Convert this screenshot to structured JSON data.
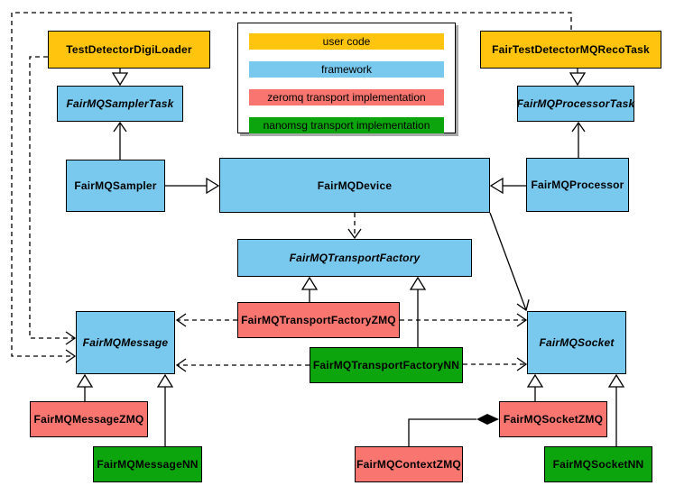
{
  "colors": {
    "user_code": "#FFC40D",
    "framework": "#79C9EF",
    "zeromq": "#F8766F",
    "nanomsg": "#0DA50D",
    "border": "#000000",
    "background": "#ffffff"
  },
  "legend": {
    "items": [
      {
        "label": "user code",
        "color": "#FFC40D"
      },
      {
        "label": "framework",
        "color": "#79C9EF"
      },
      {
        "label": "zeromq transport implementation",
        "color": "#F8766F"
      },
      {
        "label": "nanomsg transport implementation",
        "color": "#0DA50D"
      }
    ]
  },
  "nodes": {
    "testDetectorDigiLoader": {
      "label": "TestDetectorDigiLoader",
      "category": "user code",
      "abstract": false
    },
    "fairTestDetectorMQRecoTask": {
      "label": "FairTestDetectorMQRecoTask",
      "category": "user code",
      "abstract": false
    },
    "fairMQSamplerTask": {
      "label": "FairMQSamplerTask",
      "category": "framework",
      "abstract": true
    },
    "fairMQProcessorTask": {
      "label": "FairMQProcessorTask",
      "category": "framework",
      "abstract": true
    },
    "fairMQSampler": {
      "label": "FairMQSampler",
      "category": "framework",
      "abstract": false
    },
    "fairMQDevice": {
      "label": "FairMQDevice",
      "category": "framework",
      "abstract": false
    },
    "fairMQProcessor": {
      "label": "FairMQProcessor",
      "category": "framework",
      "abstract": false
    },
    "fairMQTransportFactory": {
      "label": "FairMQTransportFactory",
      "category": "framework",
      "abstract": true
    },
    "fairMQTransportFactoryZMQ": {
      "label": "FairMQTransportFactoryZMQ",
      "category": "zeromq",
      "abstract": false
    },
    "fairMQTransportFactoryNN": {
      "label": "FairMQTransportFactoryNN",
      "category": "nanomsg",
      "abstract": false
    },
    "fairMQMessage": {
      "label": "FairMQMessage",
      "category": "framework",
      "abstract": true
    },
    "fairMQSocket": {
      "label": "FairMQSocket",
      "category": "framework",
      "abstract": true
    },
    "fairMQMessageZMQ": {
      "label": "FairMQMessageZMQ",
      "category": "zeromq",
      "abstract": false
    },
    "fairMQMessageNN": {
      "label": "FairMQMessageNN",
      "category": "nanomsg",
      "abstract": false
    },
    "fairMQSocketZMQ": {
      "label": "FairMQSocketZMQ",
      "category": "zeromq",
      "abstract": false
    },
    "fairMQSocketNN": {
      "label": "FairMQSocketNN",
      "category": "nanomsg",
      "abstract": false
    },
    "fairMQContextZMQ": {
      "label": "FairMQContextZMQ",
      "category": "zeromq",
      "abstract": false
    }
  },
  "edges": [
    {
      "from": "TestDetectorDigiLoader",
      "to": "FairMQSamplerTask",
      "type": "inheritance"
    },
    {
      "from": "FairTestDetectorMQRecoTask",
      "to": "FairMQProcessorTask",
      "type": "inheritance"
    },
    {
      "from": "FairMQSampler",
      "to": "FairMQDevice",
      "type": "inheritance"
    },
    {
      "from": "FairMQProcessor",
      "to": "FairMQDevice",
      "type": "inheritance"
    },
    {
      "from": "FairMQSampler",
      "to": "FairMQSamplerTask",
      "type": "association"
    },
    {
      "from": "FairMQProcessor",
      "to": "FairMQProcessorTask",
      "type": "association"
    },
    {
      "from": "FairMQDevice",
      "to": "FairMQSocket",
      "type": "association"
    },
    {
      "from": "FairMQDevice",
      "to": "FairMQTransportFactory",
      "type": "dependency"
    },
    {
      "from": "FairMQTransportFactoryZMQ",
      "to": "FairMQTransportFactory",
      "type": "inheritance"
    },
    {
      "from": "FairMQTransportFactoryNN",
      "to": "FairMQTransportFactory",
      "type": "inheritance"
    },
    {
      "from": "FairMQTransportFactoryZMQ",
      "to": "FairMQMessage",
      "type": "dependency"
    },
    {
      "from": "FairMQTransportFactoryZMQ",
      "to": "FairMQSocket",
      "type": "dependency"
    },
    {
      "from": "FairMQTransportFactoryNN",
      "to": "FairMQMessage",
      "type": "dependency"
    },
    {
      "from": "FairMQTransportFactoryNN",
      "to": "FairMQSocket",
      "type": "dependency"
    },
    {
      "from": "TestDetectorDigiLoader",
      "to": "FairMQMessage",
      "type": "dependency"
    },
    {
      "from": "FairTestDetectorMQRecoTask",
      "to": "FairMQMessage",
      "type": "dependency"
    },
    {
      "from": "FairMQMessageZMQ",
      "to": "FairMQMessage",
      "type": "inheritance"
    },
    {
      "from": "FairMQMessageNN",
      "to": "FairMQMessage",
      "type": "inheritance"
    },
    {
      "from": "FairMQSocketZMQ",
      "to": "FairMQSocket",
      "type": "inheritance"
    },
    {
      "from": "FairMQSocketNN",
      "to": "FairMQSocket",
      "type": "inheritance"
    },
    {
      "from": "FairMQSocketZMQ",
      "to": "FairMQContextZMQ",
      "type": "composition"
    }
  ]
}
